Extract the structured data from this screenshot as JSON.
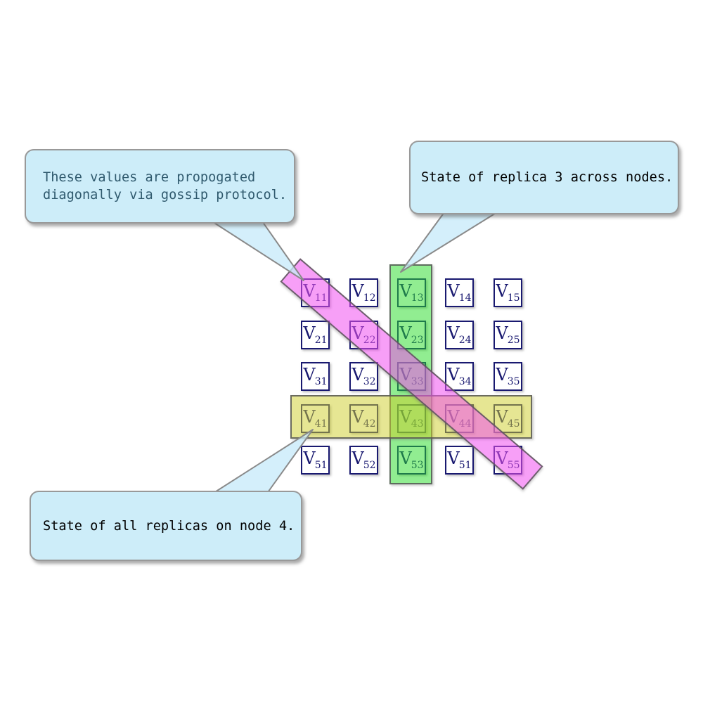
{
  "matrix": {
    "base": "V",
    "rows": [
      [
        "11",
        "12",
        "13",
        "14",
        "15"
      ],
      [
        "21",
        "22",
        "23",
        "24",
        "25"
      ],
      [
        "31",
        "32",
        "33",
        "34",
        "35"
      ],
      [
        "41",
        "42",
        "43",
        "44",
        "45"
      ],
      [
        "51",
        "52",
        "53",
        "51",
        "55"
      ]
    ]
  },
  "callouts": {
    "gossip": {
      "lines": [
        "These values are propogated",
        "diagonally via gossip protocol."
      ]
    },
    "replica3": {
      "text": "State of replica 3 across nodes."
    },
    "node4": {
      "text": "State of all replicas on node 4."
    }
  },
  "highlights": {
    "replica3_column": {
      "label": "replica 3 column highlight",
      "color": "#90ee90"
    },
    "node4_row": {
      "label": "node 4 row highlight",
      "color": "#e6e696"
    },
    "gossip_diagonal": {
      "label": "diagonal gossip propagation band",
      "color": "#f59ff5"
    }
  },
  "colors": {
    "page_bg": "#ffffff",
    "cell_border": "#191970",
    "cell_text": "#191970",
    "highlight_border": "#666666",
    "callout_fill": "#cdedf9",
    "callout_border": "#999999",
    "gossip_text": "#305a6e",
    "callout_text": "#000000"
  }
}
